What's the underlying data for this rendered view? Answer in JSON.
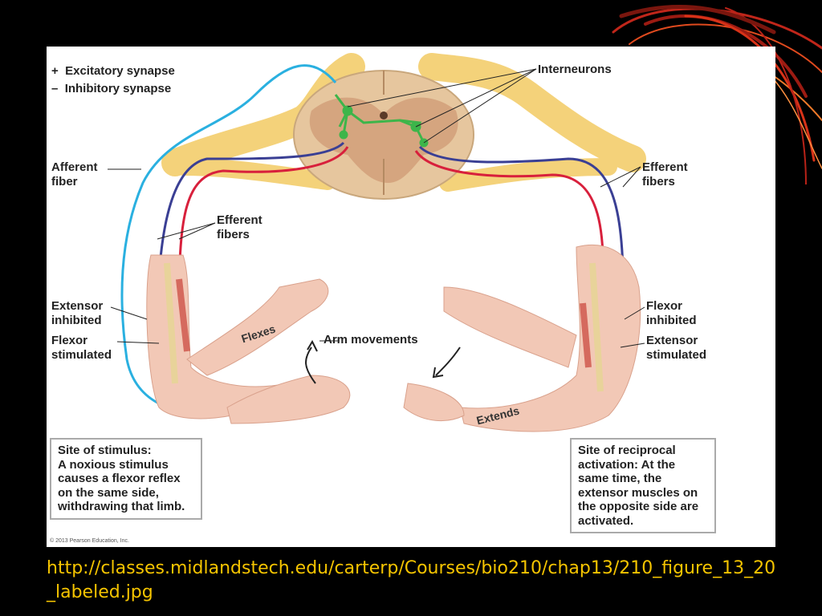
{
  "legend": {
    "excitatory_symbol": "+",
    "excitatory": "Excitatory synapse",
    "inhibitory_symbol": "–",
    "inhibitory": "Inhibitory synapse"
  },
  "labels": {
    "interneurons": "Interneurons",
    "afferent_fiber": "Afferent\nfiber",
    "efferent_fibers_left": "Efferent\nfibers",
    "efferent_fibers_right": "Efferent\nfibers",
    "extensor_inhibited": "Extensor\ninhibited",
    "flexor_stimulated": "Flexor\nstimulated",
    "flexor_inhibited": "Flexor\ninhibited",
    "extensor_stimulated": "Extensor\nstimulated",
    "arm_movements": "Arm movements",
    "flexes": "Flexes",
    "extends": "Extends"
  },
  "stimulus_box": {
    "title": "Site of stimulus:",
    "text_1": "A noxious stimulus causes a ",
    "bold_1": "flexor reflex",
    "text_2": " on the same side, withdrawing that limb."
  },
  "reciprocal_box": {
    "title": "Site of reciprocal activation:",
    "text_1": " At the same time, the extensor muscles on the opposite side are activated."
  },
  "copyright": "© 2013 Pearson Education, Inc.",
  "url": "http://classes.midlandstech.edu/carterp/Courses/bio210/chap13/210_figure_13_20_labeled.jpg",
  "colors": {
    "afferent": "#2ab0e0",
    "efferent_red": "#d8203c",
    "efferent_blue": "#3a3f94",
    "interneuron": "#3db54a",
    "nerve": "#f4d27a",
    "url": "#f5c400"
  }
}
